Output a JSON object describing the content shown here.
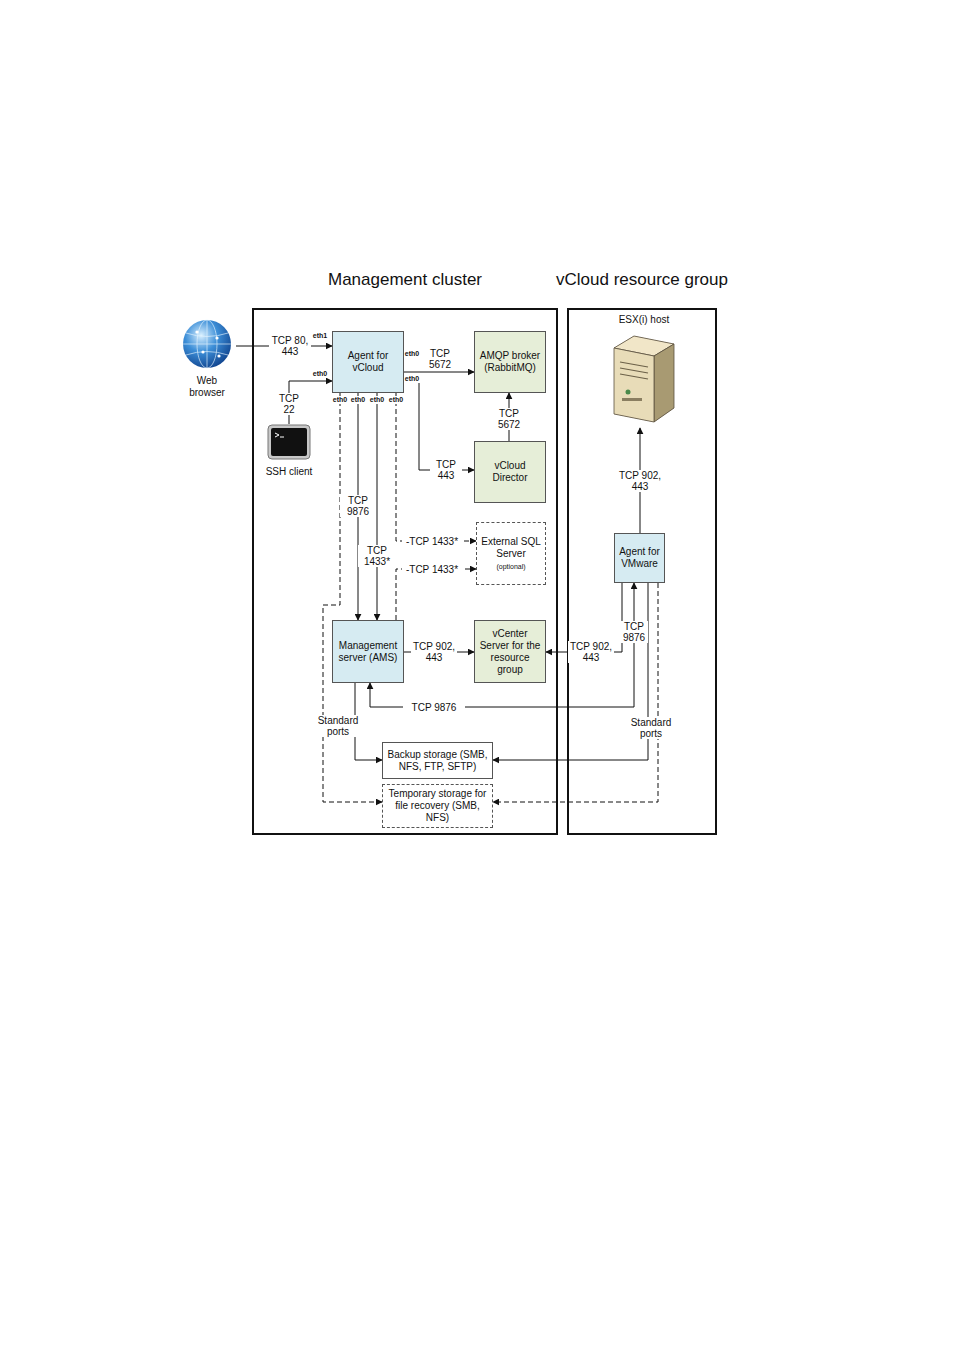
{
  "diagram": {
    "nodes": [
      {
        "text": [
          "Management cluster"
        ]
      },
      {
        "text": [
          "vCloud resource group"
        ]
      },
      {
        "text": [
          "Web browser"
        ]
      },
      {
        "text": [
          "SSH client"
        ]
      },
      {
        "text": [
          "Agent for vCloud"
        ],
        "in": 0
      },
      {
        "text": [
          "AMQP broker (RabbitMQ)"
        ],
        "in": 0
      },
      {
        "text": [
          "vCloud Director"
        ],
        "in": 0
      },
      {
        "text": [
          "External SQL Server",
          "(optional)"
        ],
        "in": 0
      },
      {
        "text": [
          "Management server (AMS)"
        ],
        "in": 0
      },
      {
        "text": [
          "vCenter Server for the resource group"
        ],
        "in": 0
      },
      {
        "text": [
          "Backup storage (SMB, NFS, FTP, SFTP)"
        ],
        "in": 0
      },
      {
        "text": [
          "Temporary storage for file recovery (SMB, NFS)"
        ],
        "in": 0
      },
      {
        "text": [
          "ESX(i) host"
        ],
        "in": 1
      },
      {
        "text": [
          "Agent for VMware"
        ],
        "in": 1
      }
    ],
    "edges": [
      {
        "from": 2,
        "to": 4,
        "label": "TCP 80, 443",
        "arrow": "to"
      },
      {
        "from": 3,
        "to": 4,
        "label": "TCP 22",
        "arrow": "to"
      },
      {
        "from": 4,
        "to": 5,
        "label": "TCP 5672",
        "arrow": "to"
      },
      {
        "from": 4,
        "to": 6,
        "label": "TCP 443",
        "arrow": "to"
      },
      {
        "from": 6,
        "to": 5,
        "label": "TCP 5672",
        "arrow": "to"
      },
      {
        "from": 4,
        "to": 8,
        "label": "TCP 9876",
        "arrow": "to"
      },
      {
        "from": 4,
        "to": 8,
        "label": "TCP 1433*",
        "arrow": "to"
      },
      {
        "from": 4,
        "to": 7,
        "label": "-TCP 1433*",
        "arrow": "to"
      },
      {
        "from": 8,
        "to": 7,
        "label": "-TCP 1433*",
        "arrow": "to"
      },
      {
        "from": 4,
        "to": 11,
        "arrow": "to"
      },
      {
        "from": 8,
        "to": 9,
        "label": "TCP 902, 443",
        "arrow": "to"
      },
      {
        "from": 13,
        "to": 9,
        "label": "TCP 902, 443",
        "arrow": "to"
      },
      {
        "from": 13,
        "to": 8,
        "label": "TCP 9876",
        "arrow": "both"
      },
      {
        "from": 8,
        "to": 10,
        "label": "Standard ports",
        "arrow": "to"
      },
      {
        "from": 13,
        "to": 10,
        "label": "Standard ports",
        "arrow": "to"
      },
      {
        "from": 13,
        "to": 11,
        "arrow": "to"
      },
      {
        "from": 13,
        "to": 12,
        "label": "TCP 902, 443",
        "arrow": "to"
      }
    ],
    "labels": [
      "eth1",
      "eth0",
      "eth0",
      "eth0",
      "eth0",
      "eth0",
      "eth0",
      "eth0",
      "TCP 9876"
    ]
  }
}
